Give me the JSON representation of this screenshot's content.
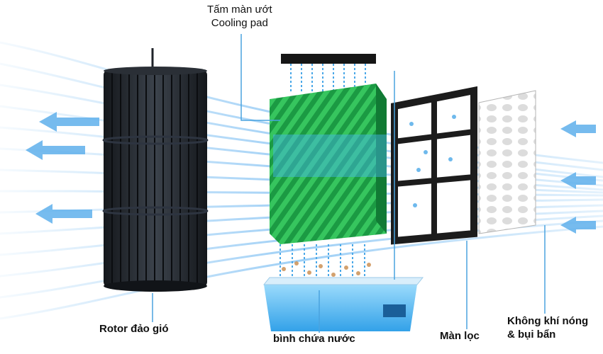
{
  "diagram": {
    "labels": {
      "cooling_pad_vi": "Tấm màn ướt",
      "cooling_pad_en": "Cooling pad",
      "rotor": "Rotor đảo gió",
      "water_tank": "bình chứa nước",
      "filter": "Màn lọc",
      "hot_air_line1": "Không khí nóng",
      "hot_air_line2": "& bụi bẩn"
    },
    "components": [
      "rotor",
      "cooling-pad",
      "water-tank",
      "filter-grid",
      "dust-mesh"
    ],
    "airflow_direction": "right-to-left",
    "colors": {
      "rotor": "#1f2329",
      "cooling_pad": "#1fa84a",
      "water": "#3fb6f2",
      "frame": "#1c1c1c",
      "airflow": "#5fb0ec",
      "leader_line": "#4aa3df"
    }
  }
}
